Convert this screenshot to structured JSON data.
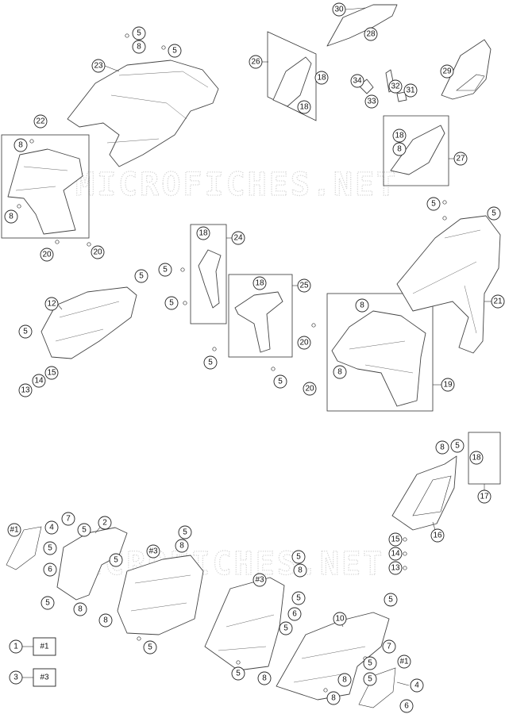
{
  "watermark": "MICROFICHES.NET",
  "callouts": [
    {
      "id": "c30",
      "label": "30"
    },
    {
      "id": "c28",
      "label": "28"
    },
    {
      "id": "c5a",
      "label": "5"
    },
    {
      "id": "c8a",
      "label": "8"
    },
    {
      "id": "c5b",
      "label": "5"
    },
    {
      "id": "c23",
      "label": "23"
    },
    {
      "id": "c26",
      "label": "26"
    },
    {
      "id": "c18a",
      "label": "18"
    },
    {
      "id": "c18b",
      "label": "18"
    },
    {
      "id": "c29",
      "label": "29"
    },
    {
      "id": "c34",
      "label": "34"
    },
    {
      "id": "c32",
      "label": "32"
    },
    {
      "id": "c31",
      "label": "31"
    },
    {
      "id": "c33",
      "label": "33"
    },
    {
      "id": "c22",
      "label": "22"
    },
    {
      "id": "c8b",
      "label": "8"
    },
    {
      "id": "c8c",
      "label": "8"
    },
    {
      "id": "c18c",
      "label": "18"
    },
    {
      "id": "c27",
      "label": "27"
    },
    {
      "id": "c8d",
      "label": "8"
    },
    {
      "id": "c5c",
      "label": "5"
    },
    {
      "id": "c5d",
      "label": "5"
    },
    {
      "id": "c20a",
      "label": "20"
    },
    {
      "id": "c20b",
      "label": "20"
    },
    {
      "id": "c18d",
      "label": "18"
    },
    {
      "id": "c24",
      "label": "24"
    },
    {
      "id": "c5e",
      "label": "5"
    },
    {
      "id": "c5f",
      "label": "5"
    },
    {
      "id": "c5g",
      "label": "5"
    },
    {
      "id": "c12",
      "label": "12"
    },
    {
      "id": "c18e",
      "label": "18"
    },
    {
      "id": "c25",
      "label": "25"
    },
    {
      "id": "c5h",
      "label": "5"
    },
    {
      "id": "c5i",
      "label": "5"
    },
    {
      "id": "c21",
      "label": "21"
    },
    {
      "id": "c8e",
      "label": "8"
    },
    {
      "id": "c20c",
      "label": "20"
    },
    {
      "id": "c8f",
      "label": "8"
    },
    {
      "id": "c15a",
      "label": "15"
    },
    {
      "id": "c14a",
      "label": "14"
    },
    {
      "id": "c13a",
      "label": "13"
    },
    {
      "id": "c5j",
      "label": "5"
    },
    {
      "id": "c20d",
      "label": "20"
    },
    {
      "id": "c19",
      "label": "19"
    },
    {
      "id": "c8g",
      "label": "8"
    },
    {
      "id": "c5k",
      "label": "5"
    },
    {
      "id": "c18f",
      "label": "18"
    },
    {
      "id": "c17",
      "label": "17"
    },
    {
      "id": "c16",
      "label": "16"
    },
    {
      "id": "c15b",
      "label": "15"
    },
    {
      "id": "c14b",
      "label": "14"
    },
    {
      "id": "c13b",
      "label": "13"
    },
    {
      "id": "c1ref",
      "label": "#1"
    },
    {
      "id": "c4a",
      "label": "4"
    },
    {
      "id": "c7a",
      "label": "7"
    },
    {
      "id": "c2",
      "label": "2"
    },
    {
      "id": "c5l",
      "label": "5"
    },
    {
      "id": "c5m",
      "label": "5"
    },
    {
      "id": "c6a",
      "label": "6"
    },
    {
      "id": "c5n",
      "label": "5"
    },
    {
      "id": "c5o",
      "label": "5"
    },
    {
      "id": "c8h",
      "label": "8"
    },
    {
      "id": "c3ref",
      "label": "#3"
    },
    {
      "id": "c5p",
      "label": "5"
    },
    {
      "id": "c8i",
      "label": "8"
    },
    {
      "id": "c8j",
      "label": "8"
    },
    {
      "id": "c5q",
      "label": "5"
    },
    {
      "id": "c5r",
      "label": "5"
    },
    {
      "id": "c8k",
      "label": "8"
    },
    {
      "id": "c3ref2",
      "label": "#3"
    },
    {
      "id": "c5s",
      "label": "5"
    },
    {
      "id": "c6b",
      "label": "6"
    },
    {
      "id": "c8l",
      "label": "8"
    },
    {
      "id": "c5t",
      "label": "5"
    },
    {
      "id": "c5u",
      "label": "5"
    },
    {
      "id": "c10",
      "label": "10"
    },
    {
      "id": "c5v",
      "label": "5"
    },
    {
      "id": "c7b",
      "label": "7"
    },
    {
      "id": "c1ref2",
      "label": "#1"
    },
    {
      "id": "c5w",
      "label": "5"
    },
    {
      "id": "c8m",
      "label": "8"
    },
    {
      "id": "c8n",
      "label": "8"
    },
    {
      "id": "c4b",
      "label": "4"
    },
    {
      "id": "c6c",
      "label": "6"
    },
    {
      "id": "c5x",
      "label": "5"
    }
  ],
  "legend": [
    {
      "number": "1",
      "ref": "#1"
    },
    {
      "number": "3",
      "ref": "#3"
    }
  ]
}
